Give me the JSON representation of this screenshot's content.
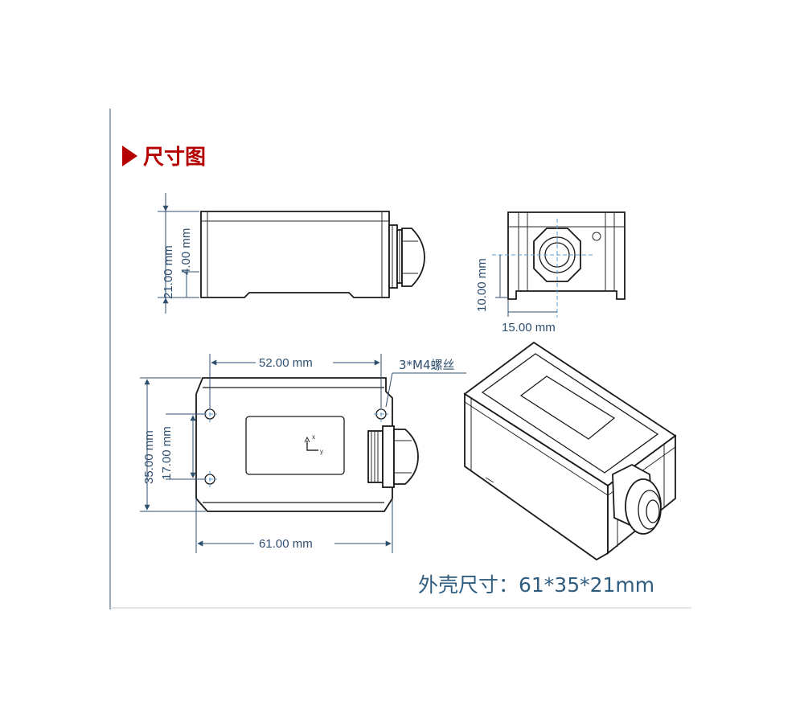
{
  "section": {
    "title": "尺寸图"
  },
  "dimensions": {
    "side_height": "21.00 mm",
    "side_base": "4.00 mm",
    "end_hole_height": "10.00 mm",
    "end_hole_width": "15.00 mm",
    "top_hole_spacing": "52.00 mm",
    "top_width": "35.00 mm",
    "top_hole_pitch": "17.00 mm",
    "top_length": "61.00 mm"
  },
  "callout": {
    "screw_label": "3*M4螺丝"
  },
  "axes_marker": {
    "x": "x",
    "y": "y"
  },
  "spec": {
    "text": "外壳尺寸：61*35*21mm"
  },
  "colors": {
    "title_red": "#b40000",
    "dimension_blue": "#2f4f6f",
    "spec_blue": "#2f5d80",
    "centerline_blue": "#5a9bd0"
  }
}
